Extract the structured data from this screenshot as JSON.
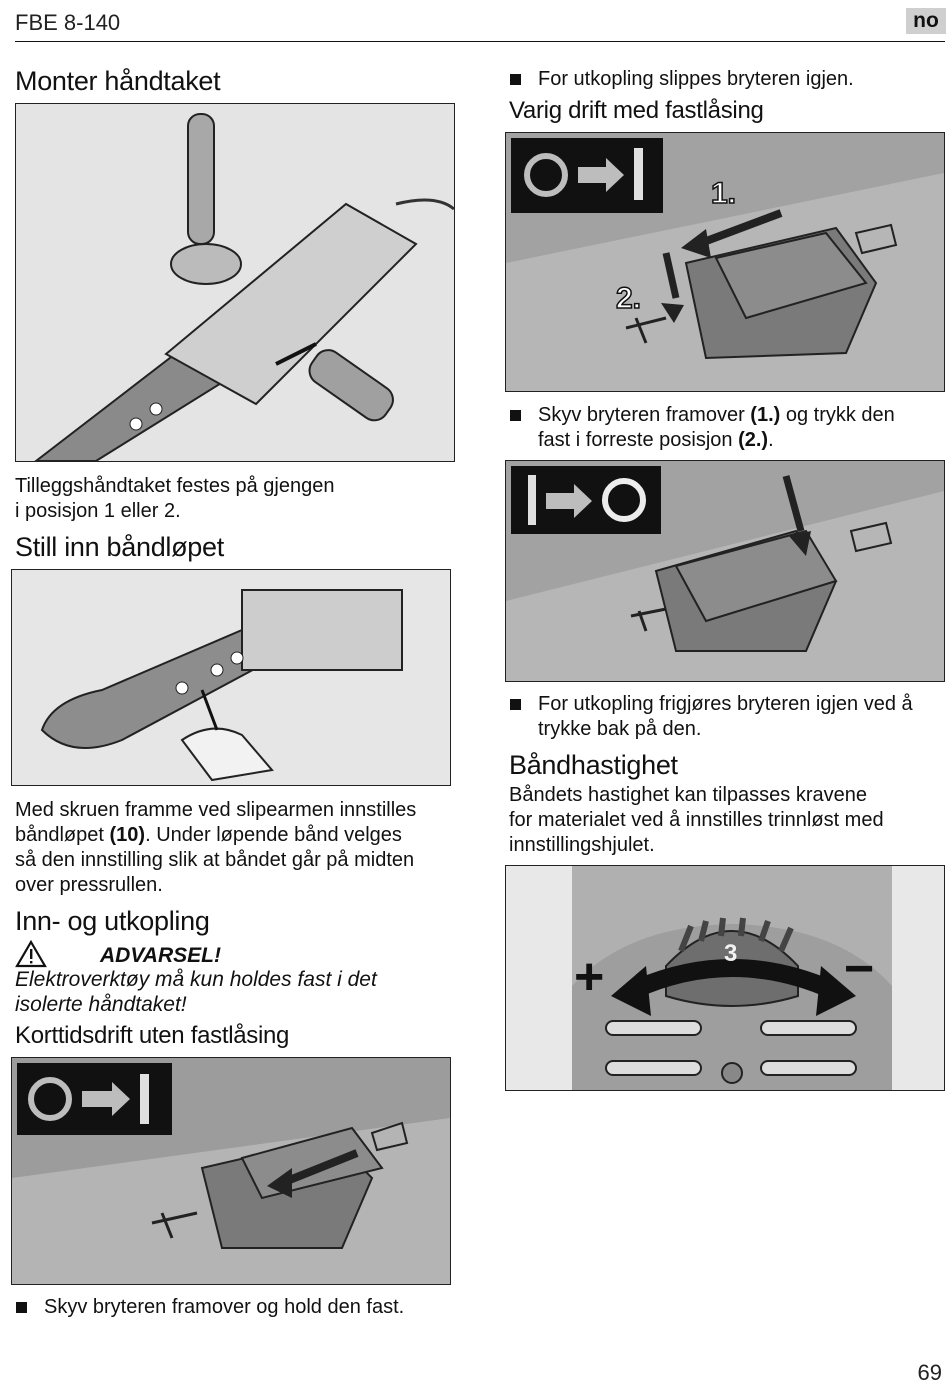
{
  "header": {
    "model": "FBE 8-140",
    "lang": "no"
  },
  "left": {
    "h_mount": "Monter håndtaket",
    "p_mount": [
      "Tilleggshåndtaket festes på gjengen",
      "i posisjon 1 eller 2."
    ],
    "h_adjust": "Still inn båndløpet",
    "p_adjust": {
      "line1": "Med skruen framme ved slipearmen innstilles",
      "line2_a": "båndløpet ",
      "line2_b": "(10)",
      "line2_c": ". Under løpende bånd velges",
      "line3": "så den innstilling slik at båndet går på midten",
      "line4": "over pressrullen."
    },
    "h_onoff": "Inn- og utkopling",
    "warning": {
      "title": "ADVARSEL!",
      "line1": "Elektroverktøy må kun holdes fast i det",
      "line2": "isolerte håndtaket!"
    },
    "h_momentary": "Korttidsdrift uten fastlåsing",
    "bullet_momentary": "Skyv bryteren framover og hold den fast."
  },
  "right": {
    "bullet_release": "For utkopling slippes bryteren igjen.",
    "h_continuous": "Varig drift med fastlåsing",
    "fig_labels": {
      "step1": "1.",
      "step2": "2."
    },
    "bullet_lock": {
      "l1_a": "Skyv bryteren framover ",
      "l1_b": "(1.)",
      "l1_c": " og trykk den",
      "l2_a": "fast i forreste posisjon ",
      "l2_b": "(2.)",
      "l2_c": "."
    },
    "bullet_unlock": {
      "line1": "For utkopling frigjøres bryteren igjen ved å",
      "line2": "trykke bak på den."
    },
    "h_speed": "Båndhastighet",
    "p_speed": [
      "Båndets hastighet kan tilpasses kravene",
      "for materialet ved å innstilles trinnløst med",
      "innstillingshjulet."
    ],
    "dial": {
      "value": "3",
      "plus": "+",
      "minus": "−"
    }
  },
  "footer": {
    "page": "69"
  }
}
